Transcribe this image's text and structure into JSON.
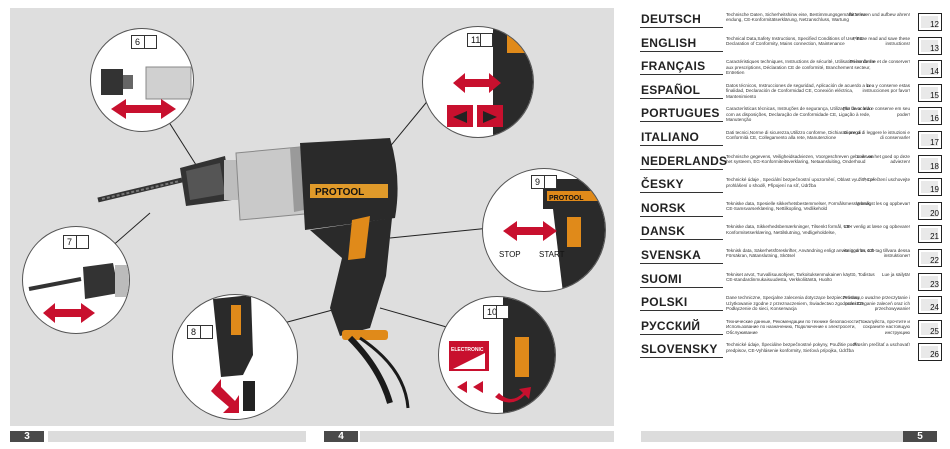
{
  "page_numbers": {
    "left": "3",
    "center": "4",
    "right": "5"
  },
  "callouts": {
    "c6": "6",
    "c7": "7",
    "c8": "8",
    "c9": "9",
    "c10": "10",
    "c11": "11",
    "stop": "STOP",
    "start": "START",
    "brand": "PROTOOL",
    "electronic": "ELECTRONIC"
  },
  "languages": [
    {
      "name": "DEUTSCH",
      "desc": "Technische Daten, Sicherheitshinw eise, Bestimmungsgemäße Verw endung, CE-Konformitätserklärung, Netzanschluss, Wartung",
      "note": "Bitte lesen und aufbew ahren!",
      "page": "12"
    },
    {
      "name": "ENGLISH",
      "desc": "Technical Data,Safety Instructions, Specified Conditions of Use, EC-Declaration of Conformity, Mains connection, Maintenance",
      "note": "Please read and save these instructions!",
      "page": "13"
    },
    {
      "name": "FRANÇAIS",
      "desc": "Caractéristiques techniques, Instructions de sécurité, Utilisation conforme aux prescriptions, Déclaration CE de conformité, Branchement secteur, Entretien",
      "note": "Prière de lire et de conserver!",
      "page": "14"
    },
    {
      "name": "ESPAÑOL",
      "desc": "Datos técnicos, Instrucciones de seguridad, Aplicación de acuerdo a la finalidad, Declaración de Conformidad CE, Conexión eléctrica, Mantenimiento",
      "note": "Lea y conserve estas instrucciones por favor!",
      "page": "15"
    },
    {
      "name": "PORTUGUES",
      "desc": "Características técnicas, Instruções de segurança, Utilização de acordo com as disposições, Declaração de Conformidade CE, Ligação à rede, Manutenção",
      "note": "Por favor leia e conserve em seu poder!",
      "page": "16"
    },
    {
      "name": "ITALIANO",
      "desc": "Dati tecnici,Norme di sicurezza,Utilizzo conforme, Dichiarazione di Conformità CE, Collegamento alla rete, Manutenzione",
      "note": "Si prega di leggere le istruzioni e di conservarle!",
      "page": "17"
    },
    {
      "name": "NEDERLANDS",
      "desc": "Technische gegevens, Veiligheidsadviezen, Voorgeschreven gebruik van het systeem, EG-Konformiteitsverklaring, Netaansluiting, Onderhoud",
      "note": "Lees en het goed op deze adviezen!",
      "page": "18"
    },
    {
      "name": "ČESKY",
      "desc": "Technické údaje , Speciální bezpečnostní upozornění, Oblast využití, Ce-prohlášení o shodě, Připojení na síť, Údržba",
      "note": "Po přečtení uschovejte",
      "page": "19"
    },
    {
      "name": "NORSK",
      "desc": "Tekniske data, Spesielle sikkerhetsbestemmelser, Formålsmessig bruk, CE-Samsvarserklæring, Nettilkopling, Vedlikehold",
      "note": "Vennligst les og oppbevar!",
      "page": "20"
    },
    {
      "name": "DANSK",
      "desc": "Tekniske data, Sikkerhedsbemærkninger, Tilsenkt formål, CE-Konformitetserklæring, Nettilslutning, Vedligeholdelse,",
      "note": "Vær venlig at læse og opbevare!",
      "page": "21"
    },
    {
      "name": "SVENSKA",
      "desc": "Teknisk data, Säkerhetsföreskrifter, Användning enligt anvisningarna, CE-Försäkran, Nätanslutning, Skötsel",
      "note": "Var god läs och tag tillvara dessa instruktioner!",
      "page": "22"
    },
    {
      "name": "SUOMI",
      "desc": "Tekniset arvot, Turvallisuusohjeet, Tarkoituksenmukainen käyttö, Todistus CE-standardinmukaisuudesta, Verkkoliitäntä, Huolto",
      "note": "Lue ja säilytä!",
      "page": "23"
    },
    {
      "name": "POLSKI",
      "desc": "Dane techniczne, Specjalne zalecenia dotyczące bezpieczeństwa, Użytkowanie zgodne z przeznaczeniem, Świadectwo zgodności CE, Podłączenie do sieci, Konserwacja",
      "note": "Prosimy o uważne przeczytanie i przestrzeganie zaleceń oraz ich przechowywanie!",
      "page": "24"
    },
    {
      "name": "РУССКИЙ",
      "desc": "Технические данные, Рекомендации по технике безопасности, Использование по назначению, Подключение к электросети, Обслуживание",
      "note": "Пожалуйста, прочтите и сохраните настоящую инструкцию",
      "page": "25"
    },
    {
      "name": "SLOVENSKY",
      "desc": "Technické údaje, Špeciálne bezpečnostné pokyny, Použitie podľa predpisov, CE-Vyhlásenie konformity, Sieťová prípojka, Údržba",
      "note": "Prosím prečítať a uschovať!",
      "page": "26"
    }
  ]
}
